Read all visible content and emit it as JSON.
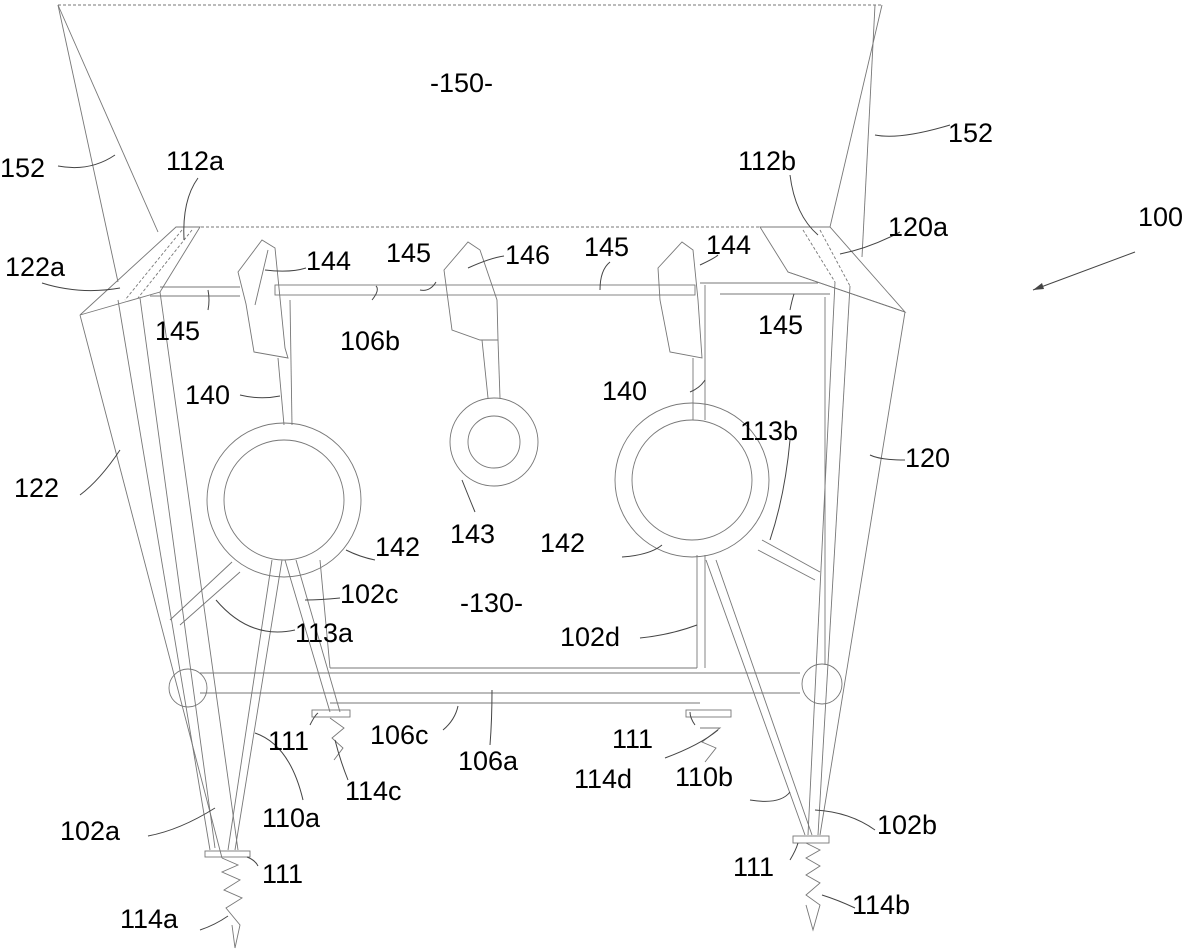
{
  "figure": {
    "type": "patent-drawing",
    "reference_numeral": "100",
    "regions": {
      "upper": "-150-",
      "inner": "-130-"
    },
    "labels": {
      "l152_left": "152",
      "l152_right": "152",
      "l112a": "112a",
      "l112b": "112b",
      "l120a": "120a",
      "l122a": "122a",
      "l100": "100",
      "l144_left": "144",
      "l144_right": "144",
      "l145_a": "145",
      "l145_b": "145",
      "l145_c": "145",
      "l145_d": "145",
      "l146": "146",
      "l106b": "106b",
      "l140_left": "140",
      "l140_right": "140",
      "l113b": "113b",
      "l122": "122",
      "l120": "120",
      "l143": "143",
      "l142_left": "142",
      "l142_right": "142",
      "l102c": "102c",
      "l113a": "113a",
      "l102d": "102d",
      "l111_a": "111",
      "l106c": "106c",
      "l106a": "106a",
      "l111_b": "111",
      "l114d": "114d",
      "l114c": "114c",
      "l110a": "110a",
      "l110b": "110b",
      "l102a": "102a",
      "l102b": "102b",
      "l111_c": "111",
      "l111_d": "111",
      "l114a": "114a",
      "l114b": "114b"
    }
  }
}
